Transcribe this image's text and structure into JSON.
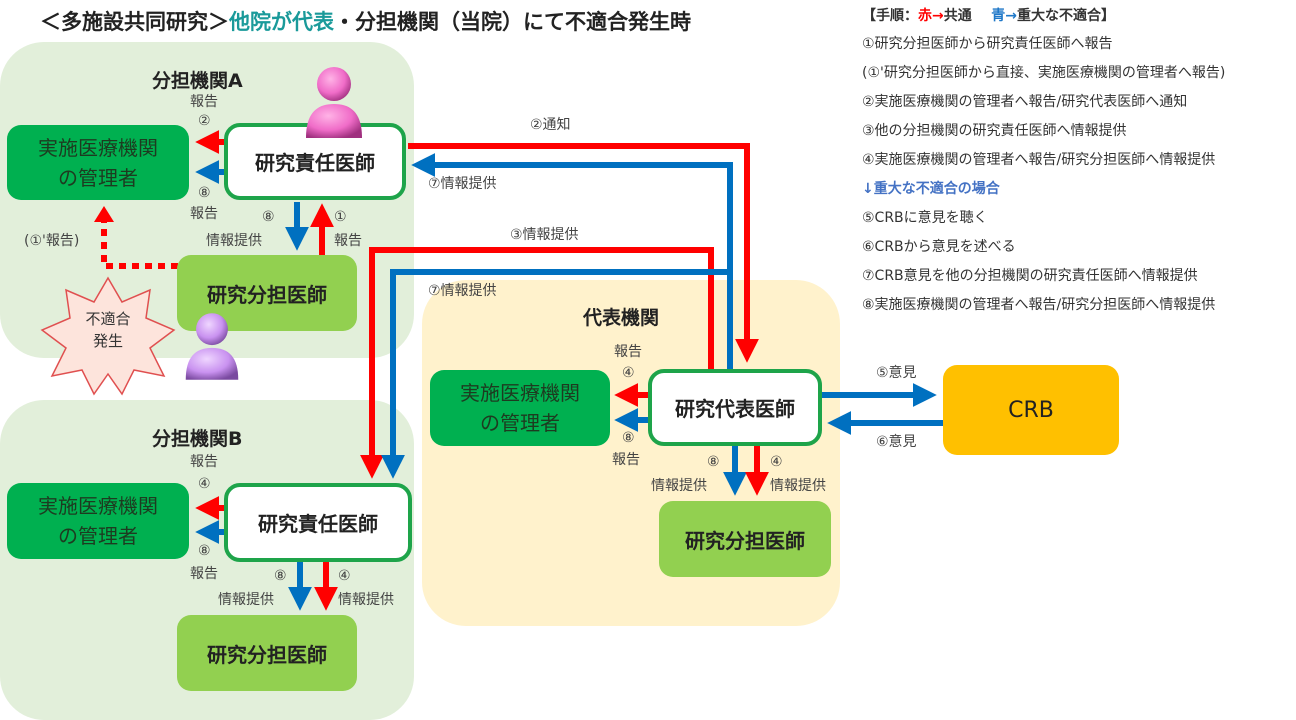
{
  "title": {
    "prefix": "＜多施設共同研究＞",
    "highlight": "他院が代表",
    "suffix": "・分担機関（当院）にて不適合発生時"
  },
  "legend": {
    "header_open": "【手順：",
    "red_label": "赤→",
    "common": "共通",
    "blue_label": "青→",
    "major": "重大な不適合】",
    "steps": [
      "①研究分担医師から研究責任医師へ報告",
      "(①'研究分担医師から直接、実施医療機関の管理者へ報告)",
      "②実施医療機関の管理者へ報告/研究代表医師へ通知",
      "③他の分担機関の研究責任医師へ情報提供",
      "④実施医療機関の管理者へ報告/研究分担医師へ情報提供"
    ],
    "major_case": "↓重大な不適合の場合",
    "major_steps": [
      "⑤CRBに意見を聴く",
      "⑥CRBから意見を述べる",
      "⑦CRB意見を他の分担機関の研究責任医師へ情報提供",
      "⑧実施医療機関の管理者へ報告/研究分担医師へ情報提供"
    ]
  },
  "zones": {
    "a": {
      "title": "分担機関A",
      "manager_line1": "実施医療機関",
      "manager_line2": "の管理者",
      "lead": "研究責任医師",
      "sub": "研究分担医師",
      "labels": {
        "report_top": "報告",
        "num2": "②",
        "num8": "⑧",
        "report_bottom": "報告",
        "num8_down": "⑧",
        "info_down": "情報提供",
        "num1": "①",
        "report_up": "報告",
        "direct_report": "(①'報告)"
      },
      "incident_line1": "不適合",
      "incident_line2": "発生"
    },
    "b": {
      "title": "分担機関B",
      "manager_line1": "実施医療機関",
      "manager_line2": "の管理者",
      "lead": "研究責任医師",
      "sub": "研究分担医師",
      "labels": {
        "report_top": "報告",
        "num4": "④",
        "num8": "⑧",
        "report_bottom": "報告",
        "num8_down": "⑧",
        "info_left": "情報提供",
        "num4_down": "④",
        "info_right": "情報提供"
      }
    },
    "rep": {
      "title": "代表機関",
      "manager_line1": "実施医療機関",
      "manager_line2": "の管理者",
      "lead": "研究代表医師",
      "sub": "研究分担医師",
      "labels": {
        "report_top": "報告",
        "num4": "④",
        "num8": "⑧",
        "report_bottom": "報告",
        "num8_down": "⑧",
        "info_left": "情報提供",
        "num4_down": "④",
        "info_right": "情報提供"
      }
    }
  },
  "flows": {
    "notify": "②通知",
    "info7_a": "⑦情報提供",
    "info3": "③情報提供",
    "info7_b": "⑦情報提供",
    "opinion5": "⑤意見",
    "opinion6": "⑥意見"
  },
  "crb": "CRB",
  "colors": {
    "red": "#ff0000",
    "blue": "#0070c0",
    "manager": "#00b050",
    "sub": "#92d050",
    "crb": "#ffc000"
  }
}
